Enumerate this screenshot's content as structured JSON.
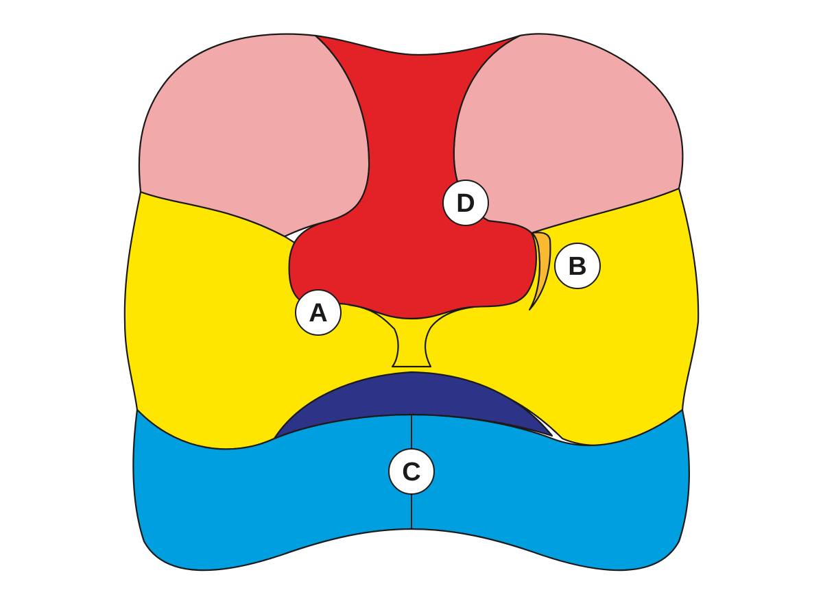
{
  "colors": {
    "background": "#ffffff",
    "outline": "#1a1a1a",
    "pink": "#f2a9a9",
    "red": "#e32227",
    "yellow": "#ffe600",
    "orange": "#fbb931",
    "dark_blue": "#2d3386",
    "light_blue": "#009fe0",
    "label_fill": "#ffffff"
  },
  "labels": {
    "a": "A",
    "b": "B",
    "c": "C",
    "d": "D"
  }
}
